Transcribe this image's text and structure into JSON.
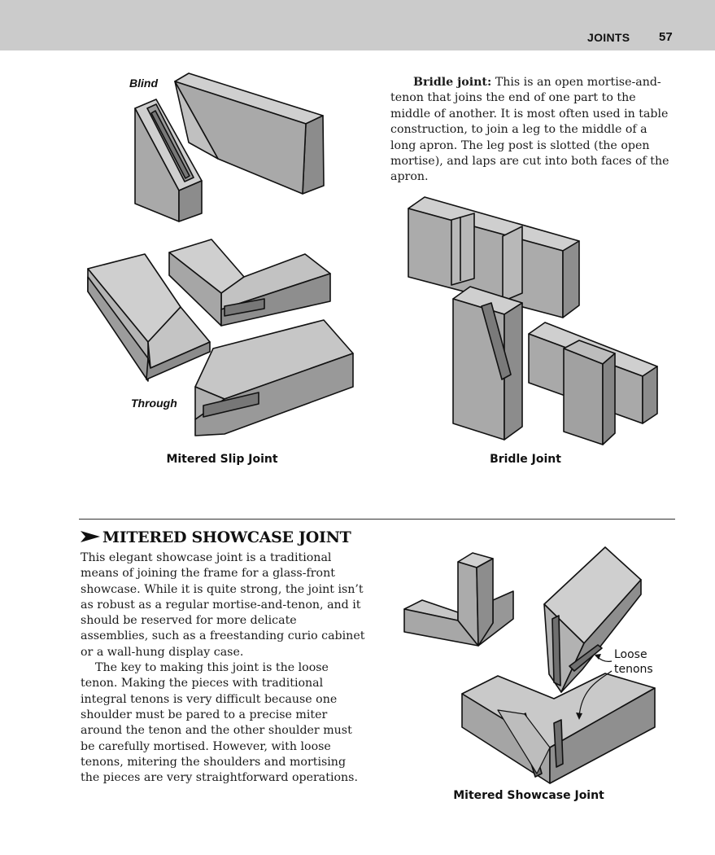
{
  "header": {
    "section": "JOINTS",
    "page_number": "57"
  },
  "figure_mitered_slip": {
    "label_blind": "Blind",
    "label_through": "Through",
    "caption": "Mitered Slip Joint"
  },
  "bridle": {
    "term": "Bridle joint:",
    "text": " This is an open mortise-and-tenon that joins the end of one part to the middle of another. It is most often used in table construction, to join a leg to the middle of a long apron. The leg post is slotted (the open mortise), and laps are cut into both faces of the apron.",
    "caption": "Bridle Joint"
  },
  "showcase": {
    "title": "MITERED SHOWCASE JOINT",
    "paragraph1": "This elegant showcase joint is a traditional means of joining the frame for a glass-front showcase. While it is quite strong, the joint isn’t as robust as a regular mortise-and-tenon, and it should be reserved for more delicate assemblies, such as a freestanding curio cabinet or a wall-hung display case.",
    "paragraph2": "The key to making this joint is the loose tenon. Making the pieces with traditional integral tenons is very difficult because one shoulder must be pared to a precise miter around the tenon and the other shoulder must be carefully mortised. However, with loose tenons, mitering the shoulders and mortising the pieces are very straightforward operations.",
    "callout_line1": "Loose",
    "callout_line2": "tenons",
    "caption": "Mitered Showcase Joint"
  },
  "icons": {
    "section_marker": "arrow-bullet-icon"
  },
  "colors": {
    "header_band": "#cbcbcb",
    "wood_light": "#c8c8c8",
    "wood_mid": "#a7a7a7",
    "wood_dark": "#8a8a8a"
  }
}
